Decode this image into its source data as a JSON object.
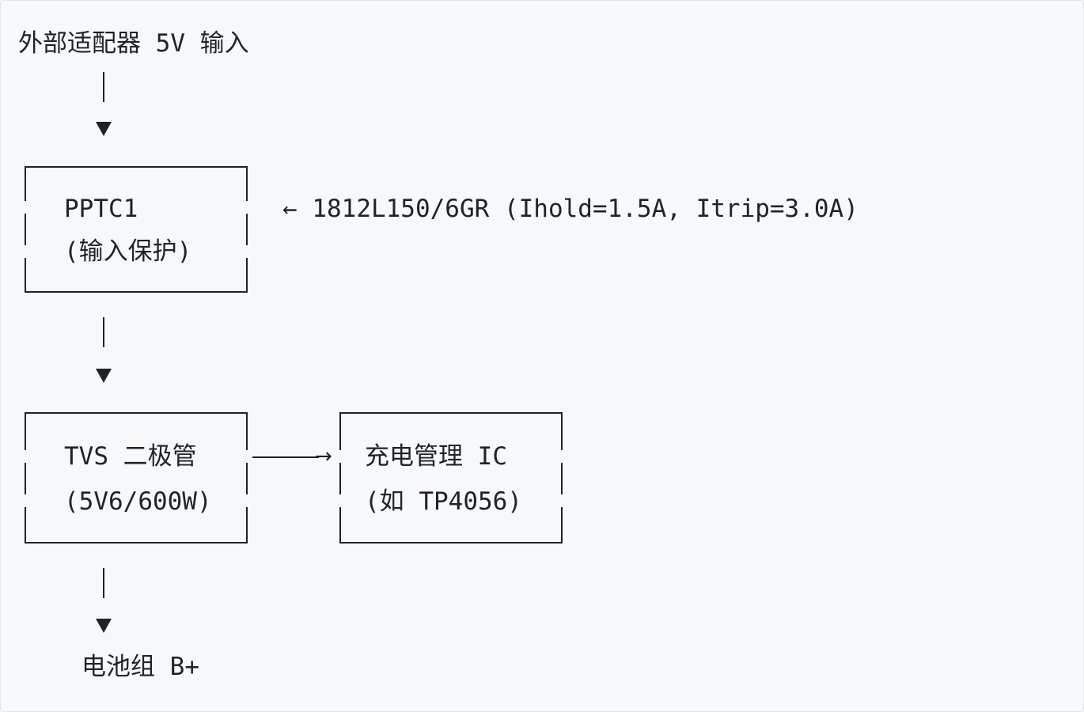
{
  "nodes": {
    "input": "外部适配器 5V 输入",
    "pptc_name": "PPTC1",
    "pptc_desc": "(输入保护)",
    "pptc_spec": "← 1812L150/6GR (Ihold=1.5A, Itrip=3.0A)",
    "tvs_name": "TVS 二极管",
    "tvs_desc": "(5V6/600W)",
    "charger_name": "充电管理 IC",
    "charger_desc": "(如 TP4056)",
    "battery": "电池组 B+"
  },
  "connector_glyphs": {
    "down_arrow": "▼",
    "right_arrow": "→"
  }
}
